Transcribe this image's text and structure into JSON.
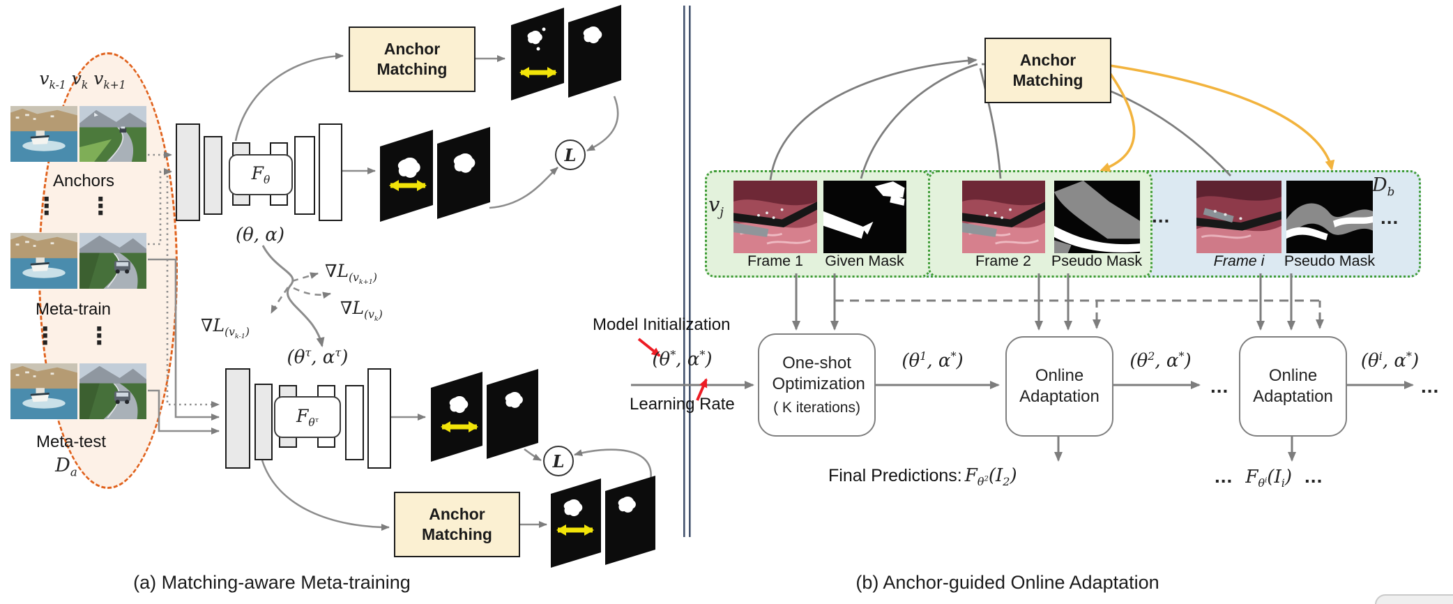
{
  "figure": {
    "anchor_matching_label": "Anchor Matching",
    "loss_symbol": "L",
    "caption_a": "(a) Matching-aware Meta-training",
    "caption_b": "(b) Anchor-guided Online Adaptation",
    "part_a": {
      "video_ids": "v_{k-1} v_{k} v_{k+1}",
      "anchors_label": "Anchors",
      "meta_train_label": "Meta-train",
      "meta_test_label": "Meta-test",
      "dataset_symbol": "D_{a}",
      "vdots": "⋮",
      "encoder1_fn": "F_{θ}",
      "encoder2_fn": "F_{θ^{τ}}",
      "params_init": "(θ, α)",
      "params_task": "(θ^{τ}, α^{τ})",
      "grad_next": "∇L_{(v_{k+1})}",
      "grad_cur": "∇L_{(v_{k})}",
      "grad_prev": "∇L_{(v_{k-1})}"
    },
    "part_b": {
      "video_id": "v_{j}",
      "dataset_symbol": "D_{b}",
      "frames": [
        {
          "label": "Frame 1"
        },
        {
          "label": "Given Mask"
        },
        {
          "label": "Frame 2"
        },
        {
          "label": "Pseudo Mask"
        },
        {
          "label": "Frame i"
        },
        {
          "label": "Pseudo Mask"
        }
      ],
      "ellipsis": "...",
      "model_init_label": "Model Initialization",
      "learning_rate_label": "Learning Rate",
      "params_star": "(θ^{*}, α^{*})",
      "params_1": "(θ^{1}, α^{*})",
      "params_2": "(θ^{2}, α^{*})",
      "params_i": "(θ^{i}, α^{*})",
      "oneshot_line1": "One-shot Optimization",
      "oneshot_line2": "( K iterations)",
      "online_adaptation_label": "Online Adaptation",
      "final_predictions_label": "Final Predictions:",
      "final_pred_2": "F_{θ^{2}}(I_{2})",
      "final_pred_i": "F_{θ^{i}}(I_{i})"
    },
    "colors": {
      "anchor_box_fill": "#FBF0D2",
      "ellipse_border": "#E0611C",
      "ellipse_fill": "#FDF1E7",
      "panel_green": "#E3F2DC",
      "panel_blue": "#DCE9F2",
      "panel_border_green": "#3D9B35",
      "divider_blue": "#44536E",
      "arrow_gray": "#7d7d7d",
      "match_arrow_yellow": "#F2E409",
      "anchor_arrow_gold": "#F2B33D",
      "annotation_red": "#ED1C24"
    }
  }
}
